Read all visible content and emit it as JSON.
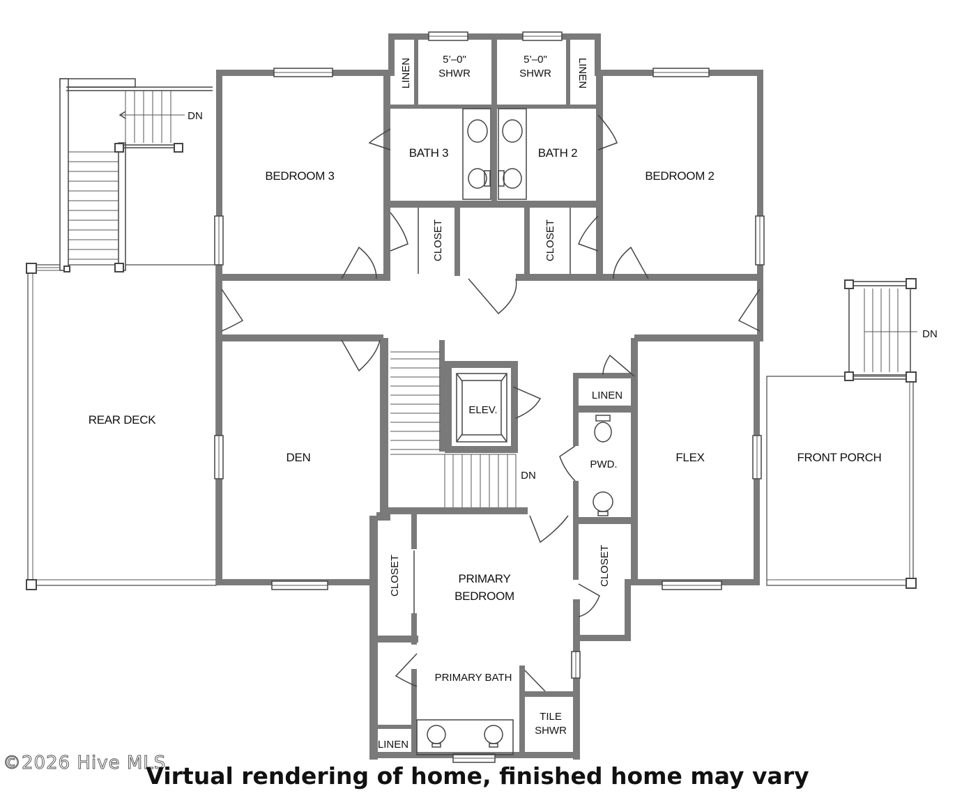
{
  "rooms": {
    "bedroom3": "BEDROOM 3",
    "bedroom2": "BEDROOM 2",
    "bath3": "BATH 3",
    "bath2": "BATH 2",
    "shower_left_size": "5’–0\"",
    "shower_left": "SHWR",
    "shower_right_size": "5’–0\"",
    "shower_right": "SHWR",
    "linen_left": "LINEN",
    "linen_right": "LINEN",
    "closet_left": "CLOSET",
    "closet_right": "CLOSET",
    "rear_deck": "REAR DECK",
    "den": "DEN",
    "elevator": "ELEV.",
    "linen_mid": "LINEN",
    "powder": "PWD.",
    "flex": "FLEX",
    "front_porch": "FRONT PORCH",
    "primary_closet_left": "CLOSET",
    "primary_bedroom_line1": "PRIMARY",
    "primary_bedroom_line2": "BEDROOM",
    "primary_closet_right": "CLOSET",
    "primary_bath": "PRIMARY BATH",
    "tile_shower_line1": "TILE",
    "tile_shower_line2": "SHWR",
    "linen_bottom": "LINEN"
  },
  "stairs": {
    "rear_dn": "DN",
    "center_dn": "DN",
    "front_dn": "DN"
  },
  "footer": {
    "copyright": "©2026 Hive MLS",
    "caption": "Virtual rendering of home, finished home may vary"
  }
}
